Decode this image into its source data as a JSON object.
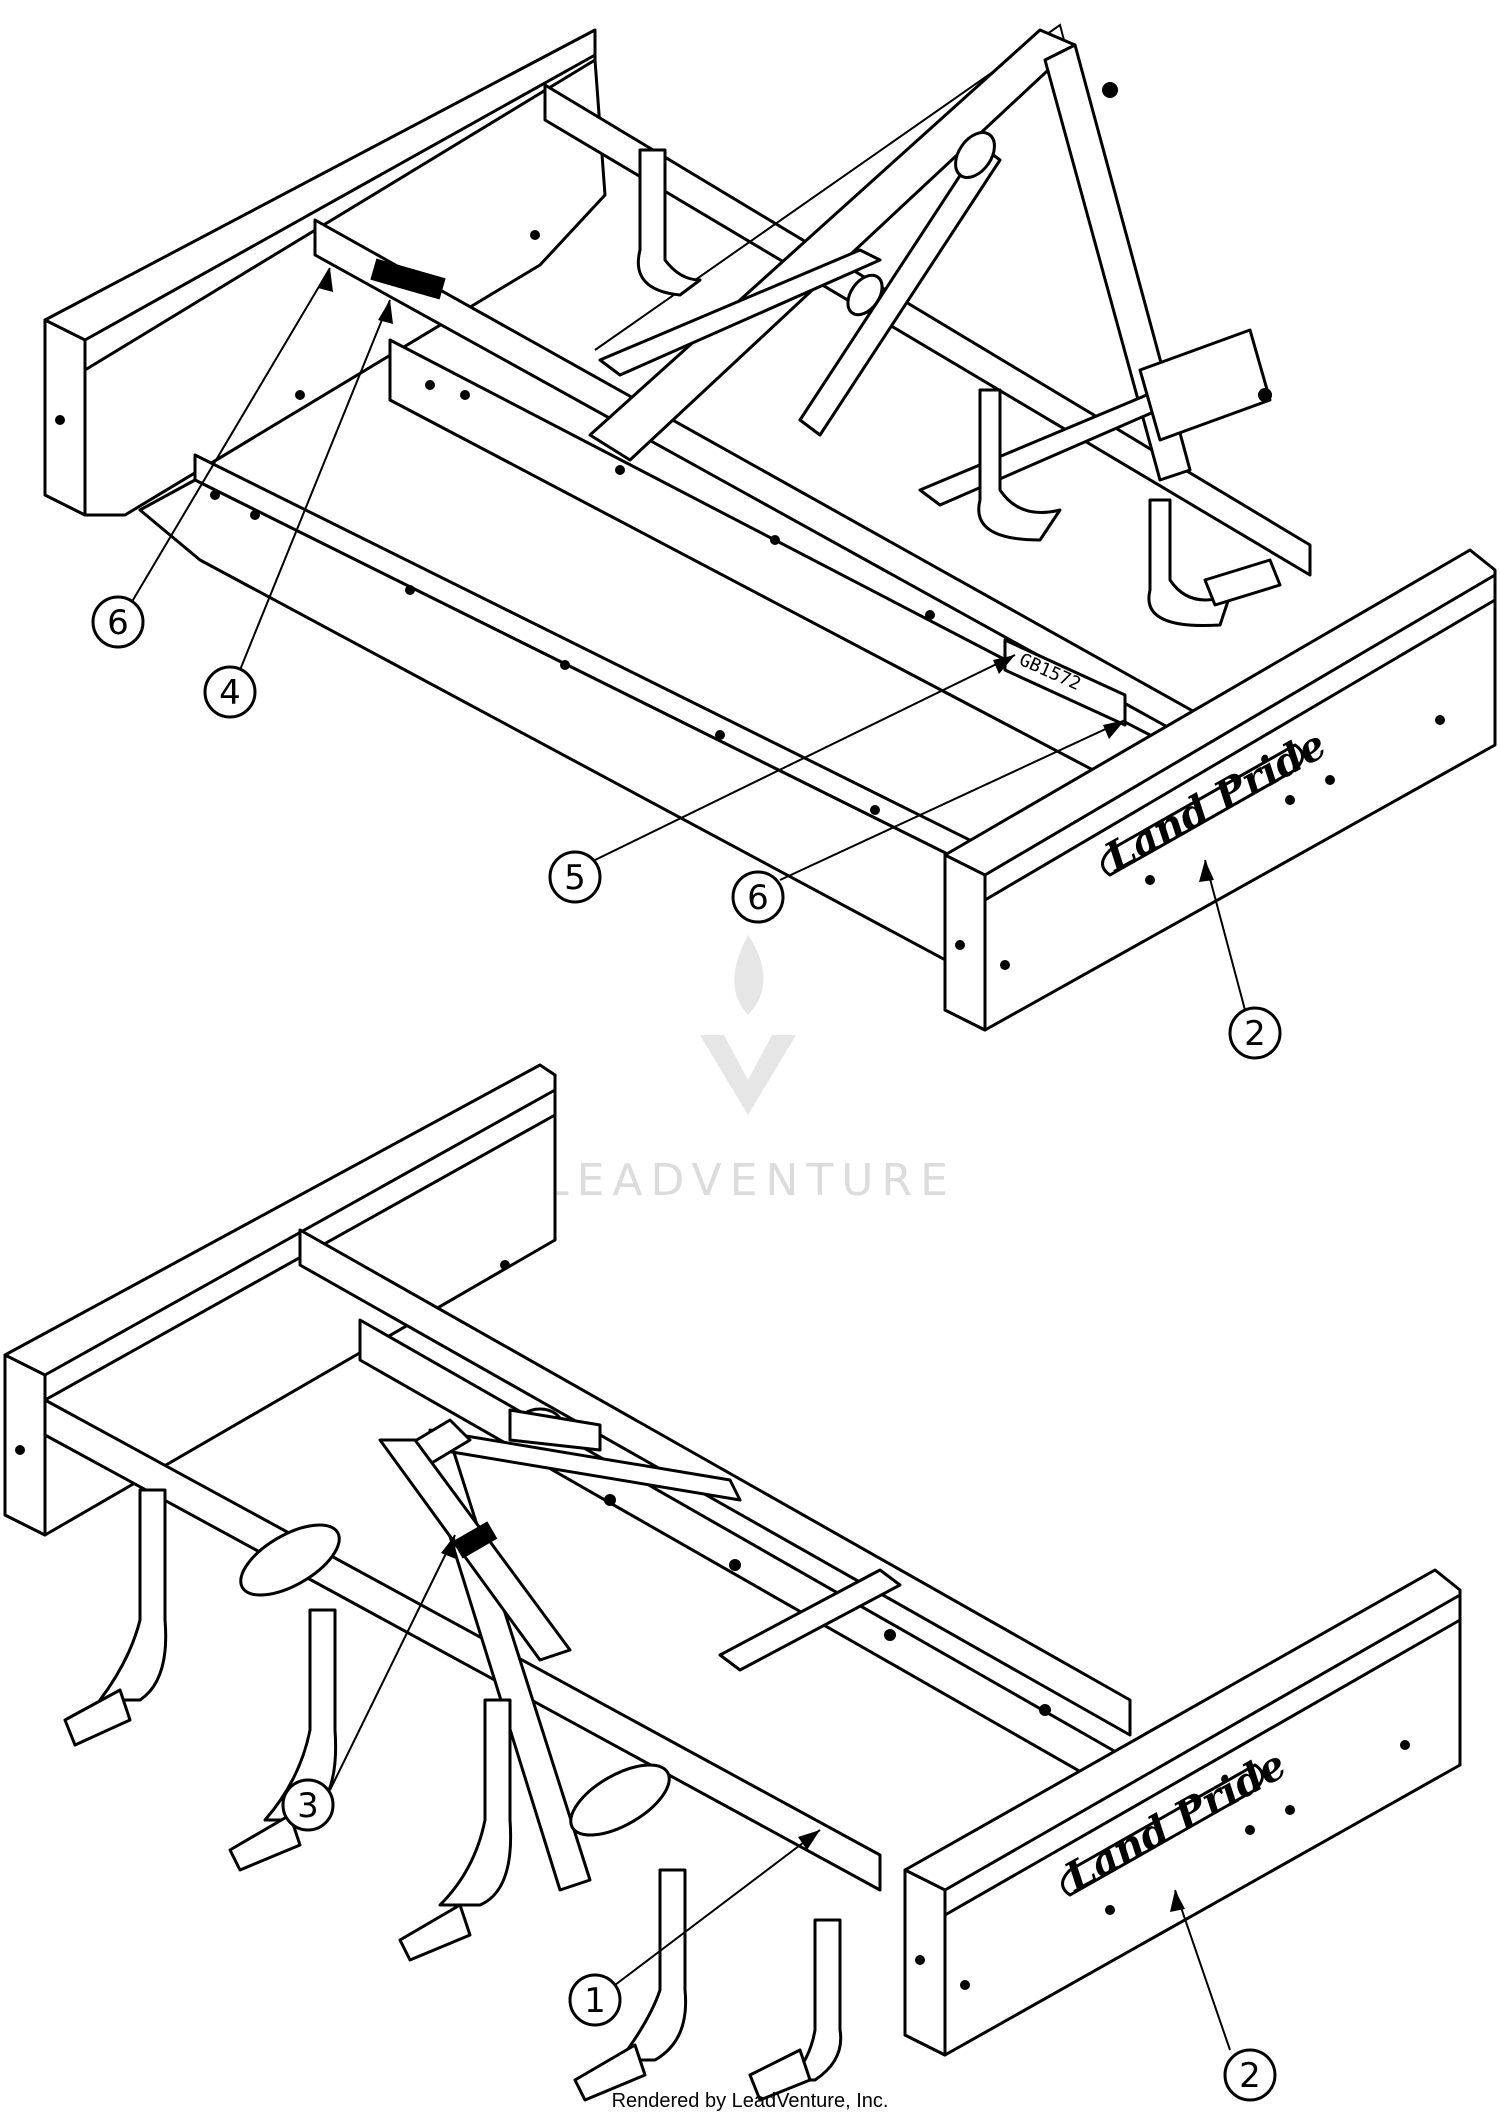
{
  "callouts": [
    {
      "id": "c-top-6a",
      "label": "6"
    },
    {
      "id": "c-top-4",
      "label": "4"
    },
    {
      "id": "c-top-5",
      "label": "5"
    },
    {
      "id": "c-top-6b",
      "label": "6"
    },
    {
      "id": "c-top-2",
      "label": "2"
    },
    {
      "id": "c-bot-3",
      "label": "3"
    },
    {
      "id": "c-bot-1",
      "label": "1"
    },
    {
      "id": "c-bot-2",
      "label": "2"
    }
  ],
  "decals": {
    "brand_top": "Land Pride",
    "brand_bottom": "Land Pride",
    "serial_plate": "GB1572"
  },
  "watermark": {
    "text": "LEADVENTURE"
  },
  "footer": {
    "text": "Rendered by LeadVenture, Inc."
  }
}
